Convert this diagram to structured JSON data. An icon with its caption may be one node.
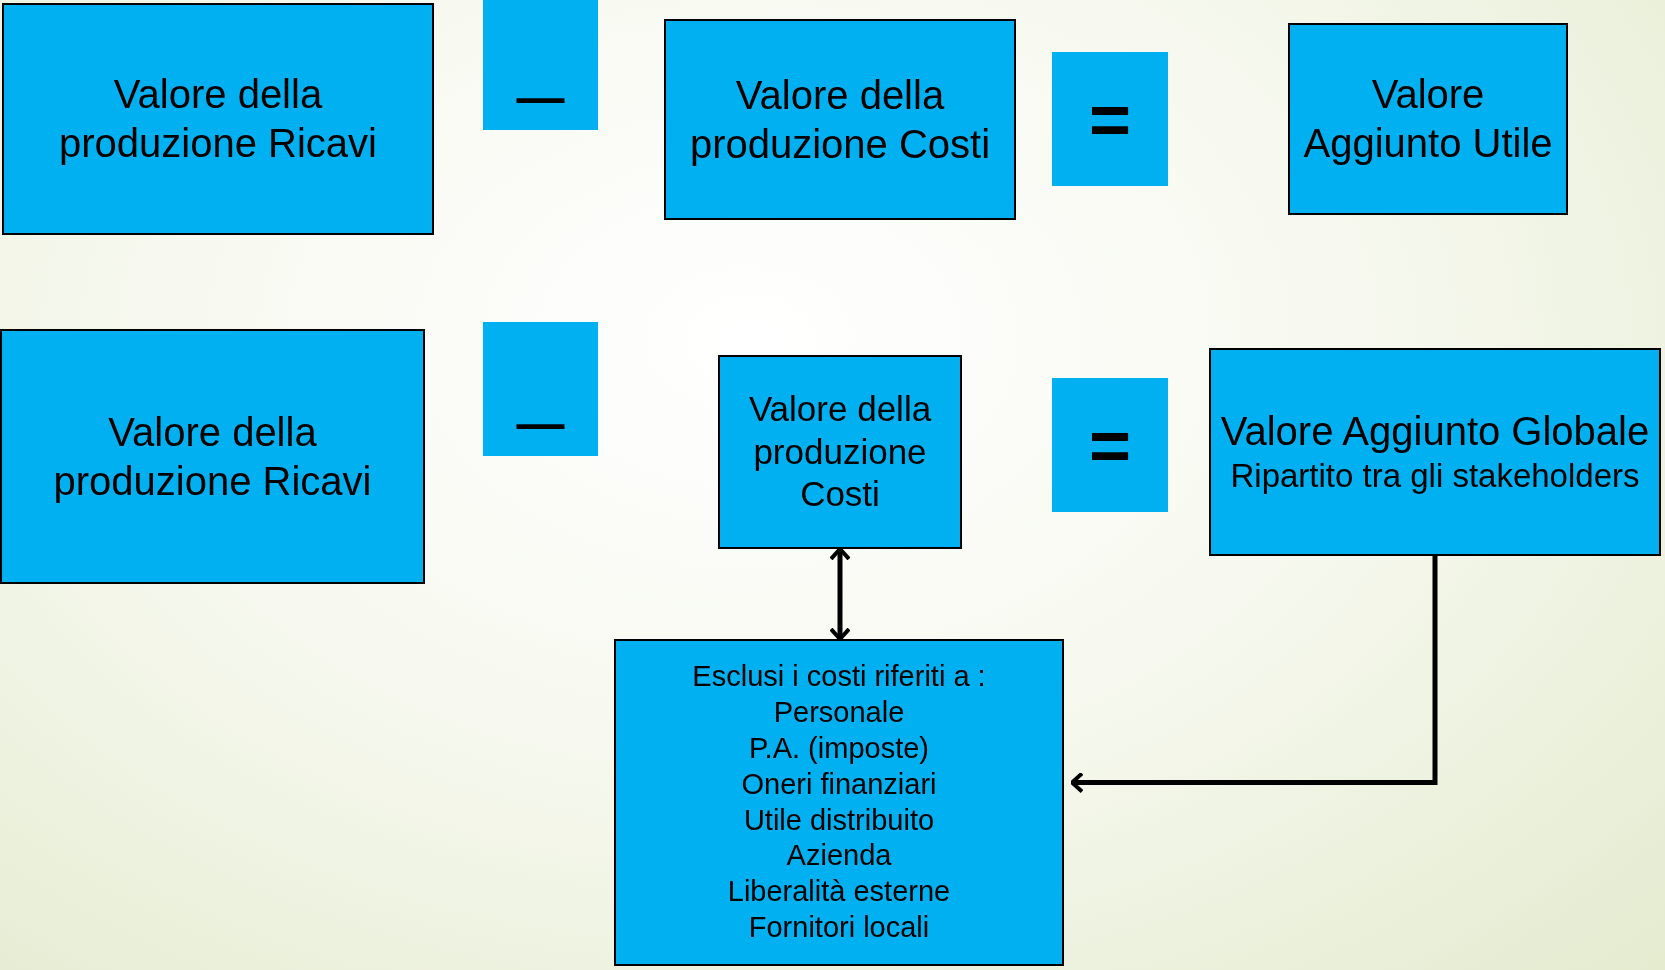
{
  "diagram": {
    "nodes": [
      {
        "text": [
          "Valore della produzione Ricavi"
        ]
      },
      {
        "text": [
          "—"
        ]
      },
      {
        "text": [
          "Valore della produzione Costi"
        ]
      },
      {
        "text": [
          "="
        ]
      },
      {
        "text": [
          "Valore Aggiunto Utile"
        ]
      },
      {
        "text": [
          "Valore della produzione Ricavi"
        ]
      },
      {
        "text": [
          "—"
        ]
      },
      {
        "text": [
          "Valore della produzione Costi"
        ]
      },
      {
        "text": [
          "="
        ]
      },
      {
        "text": [
          "Valore Aggiunto Globale",
          "Ripartito tra gli stakeholders"
        ]
      },
      {
        "text": [
          "Esclusi i costi riferiti a :",
          "Personale",
          "P.A. (imposte)",
          "Oneri finanziari",
          "Utile distribuito",
          "Azienda",
          "Liberalità esterne",
          "Fornitori locali"
        ]
      }
    ],
    "edges": [
      {
        "from": 7,
        "to": 10,
        "arrow": "both"
      },
      {
        "from": 9,
        "to": 10,
        "arrow": "to"
      }
    ]
  }
}
